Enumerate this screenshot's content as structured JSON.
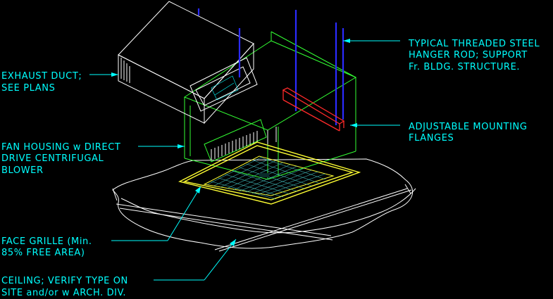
{
  "labels": {
    "rod_line1": "TYPICAL THREADED STEEL",
    "rod_line2": "HANGER ROD; SUPPORT",
    "rod_line3": "Fr. BLDG. STRUCTURE.",
    "exhaust_line1": "EXHAUST DUCT;",
    "exhaust_line2": "SEE PLANS",
    "flange_line1": "ADJUSTABLE MOUNTING",
    "flange_line2": "FLANGES",
    "fan_line1": "FAN HOUSING w DIRECT",
    "fan_line2": "DRIVE CENTRIFUGAL",
    "fan_line3": "BLOWER",
    "grille_line1": "FACE GRILLE (Min.",
    "grille_line2": "85% FREE AREA)",
    "ceiling_line1": "CEILING; VERIFY TYPE ON",
    "ceiling_line2": "SITE and/or w ARCH. DIV."
  },
  "colors": {
    "background": "#000000",
    "annotation": "#00ffff",
    "duct": "#ffffff",
    "housing": "#33ff33",
    "grille_frame": "#ffff33",
    "hanger_rod": "#2b2bff",
    "flange": "#ff2a2a"
  }
}
